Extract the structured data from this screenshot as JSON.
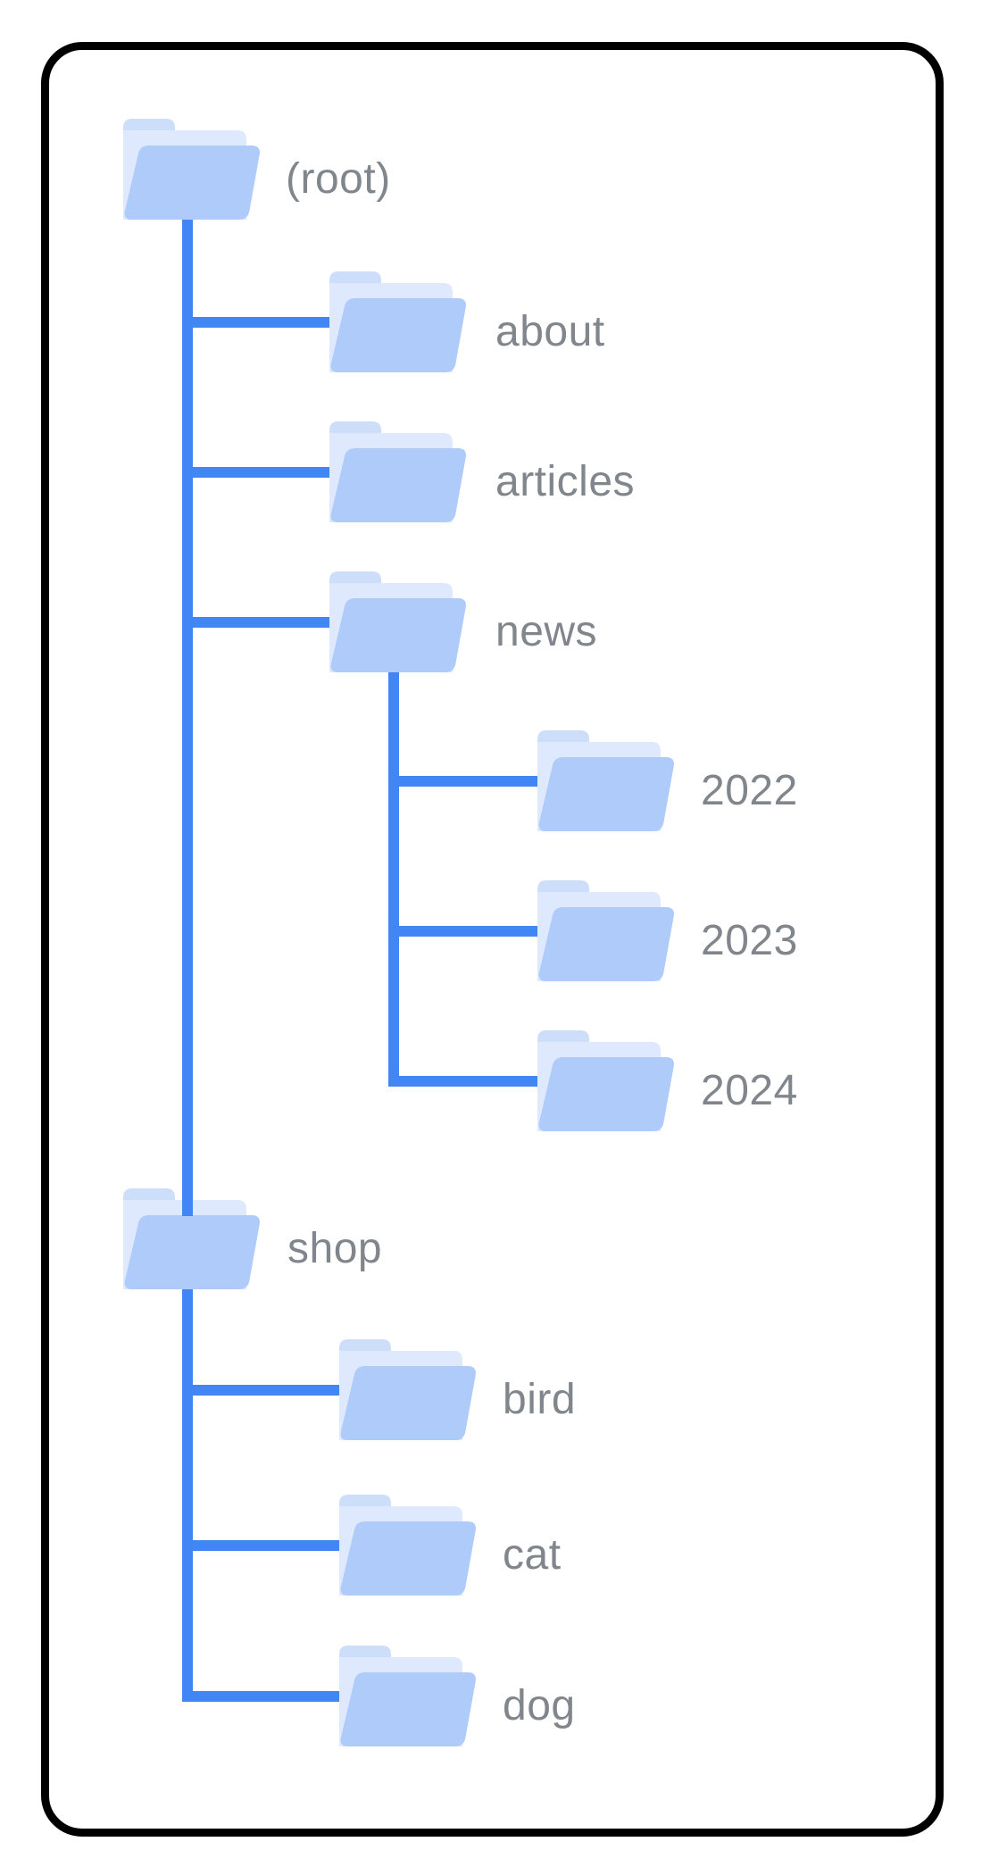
{
  "colors": {
    "connector": "#4285f4",
    "folder_tab": "#cddefb",
    "folder_back": "#dfe9fd",
    "folder_front": "#aecbfa",
    "label_text": "#80868b",
    "card_border": "#000000",
    "background": "#ffffff"
  },
  "labels": {
    "root": "(root)",
    "about": "about",
    "articles": "articles",
    "news": "news",
    "y2022": "2022",
    "y2023": "2023",
    "y2024": "2024",
    "shop": "shop",
    "bird": "bird",
    "cat": "cat",
    "dog": "dog"
  },
  "tree": {
    "label": "(root)",
    "children": [
      {
        "label": "about",
        "children": []
      },
      {
        "label": "articles",
        "children": []
      },
      {
        "label": "news",
        "children": [
          {
            "label": "2022"
          },
          {
            "label": "2023"
          },
          {
            "label": "2024"
          }
        ]
      },
      {
        "label": "shop",
        "children": [
          {
            "label": "bird"
          },
          {
            "label": "cat"
          },
          {
            "label": "dog"
          }
        ]
      }
    ]
  }
}
